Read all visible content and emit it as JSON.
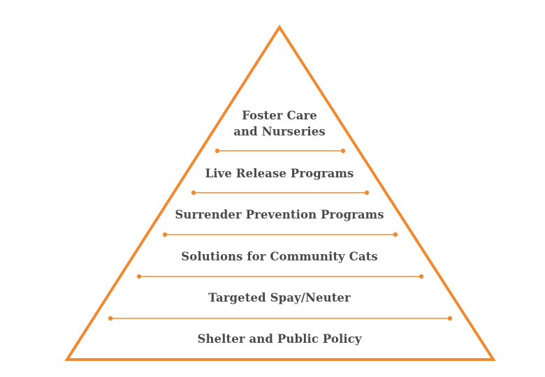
{
  "diagram": {
    "accent_color": "#f0892f",
    "text_color": "#4a4a4a",
    "tiers": [
      {
        "label": "Foster Care\nand Nurseries"
      },
      {
        "label": "Live Release Programs"
      },
      {
        "label": "Surrender Prevention Programs"
      },
      {
        "label": "Solutions for Community Cats"
      },
      {
        "label": "Targeted Spay/Neuter"
      },
      {
        "label": "Shelter and Public Policy"
      }
    ]
  }
}
